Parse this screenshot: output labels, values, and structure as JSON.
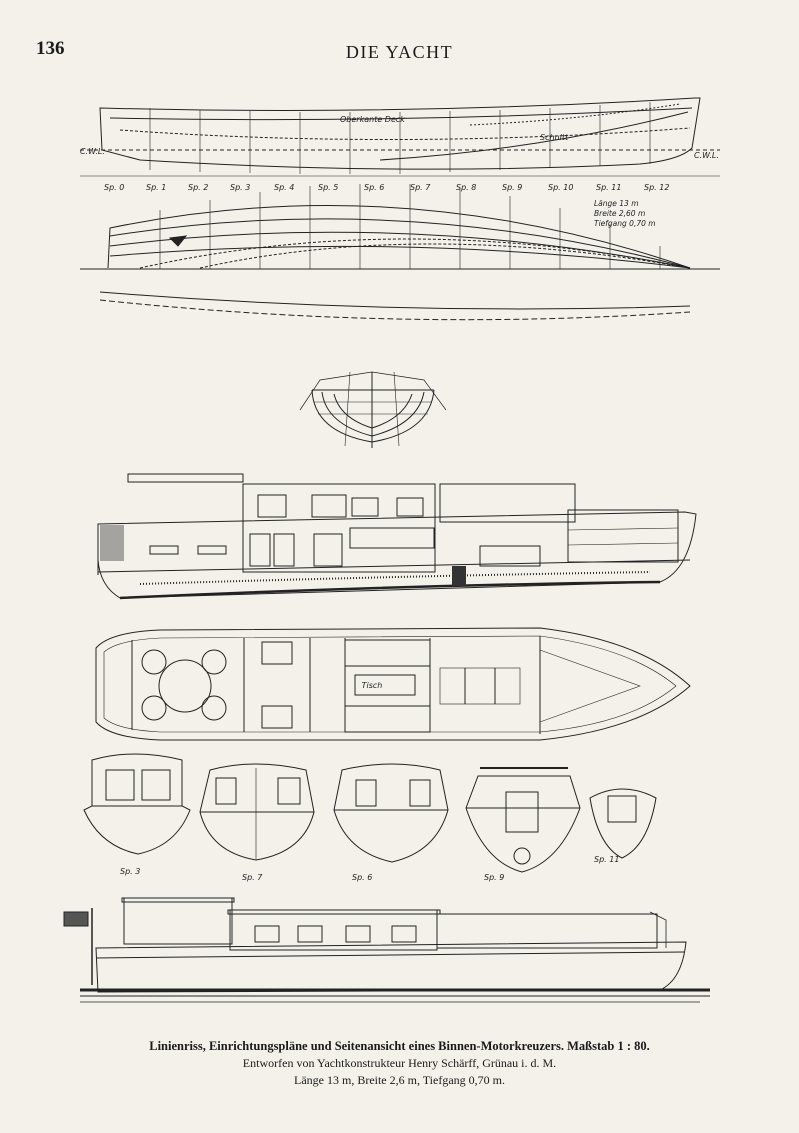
{
  "header": {
    "page_number": "136",
    "running_title": "DIE YACHT"
  },
  "drawings": {
    "profile_labels": {
      "deck": "Oberkante Deck",
      "cwl_left": "C.W.L.",
      "cwl_right": "C.W.L.",
      "sheer": "Schnitt"
    },
    "station_labels": [
      "Sp. 0",
      "Sp. 1",
      "Sp. 2",
      "Sp. 3",
      "Sp. 4",
      "Sp. 5",
      "Sp. 6",
      "Sp. 7",
      "Sp. 8",
      "Sp. 9",
      "Sp. 10",
      "Sp. 11",
      "Sp. 12"
    ],
    "dimensions_note": [
      "Länge 13 m",
      "Breite 2,60 m",
      "Tiefgang 0,70 m"
    ],
    "section_labels": [
      "Sp. 3",
      "Sp. 7",
      "Sp. 6",
      "Sp. 9",
      "Sp. 11"
    ],
    "table_label": "Tisch"
  },
  "caption": {
    "line1": "Linienriss, Einrichtungspläne und Seitenansicht eines Binnen-Motorkreuzers.  Maßstab 1 : 80.",
    "line2": "Entworfen von Yachtkonstrukteur Henry Schärff, Grünau i. d. M.",
    "line3": "Länge 13 m, Breite 2,6 m, Tiefgang 0,70 m."
  }
}
